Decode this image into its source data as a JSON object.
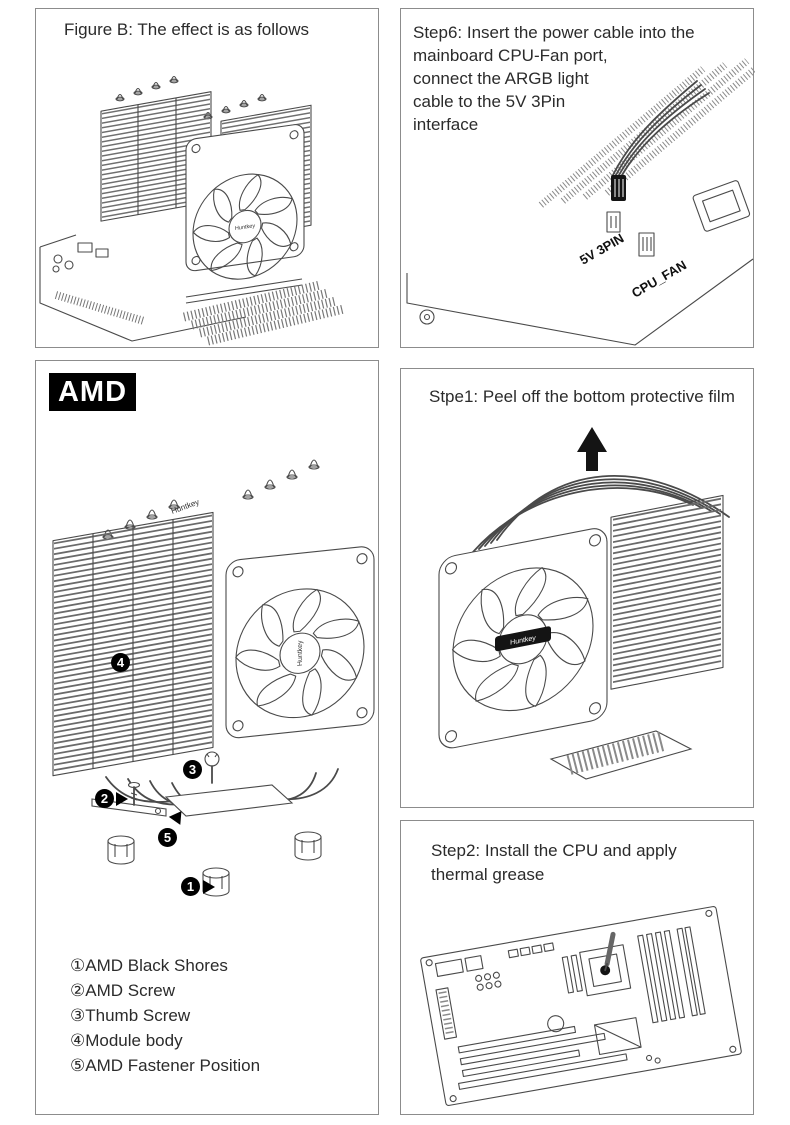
{
  "page": {
    "colors": {
      "panel_border": "#8c8c8c",
      "badge_bg": "#000000",
      "badge_text": "#ffffff",
      "text": "#2b2b2b",
      "line_art": "#4a4a4a"
    }
  },
  "panels": {
    "figure_b": {
      "title": "Figure B: The effect is as follows"
    },
    "step6": {
      "title_lines": [
        "Step6: Insert the power cable into the",
        "mainboard CPU-Fan port,",
        "connect the ARGB light",
        "cable to the 5V 3Pin",
        "interface"
      ],
      "label_5v3pin": "5V 3PIN",
      "label_cpufan": "CPU_FAN"
    },
    "amd": {
      "badge": "AMD",
      "callouts": [
        "1",
        "2",
        "3",
        "4",
        "5"
      ],
      "legend": [
        "①AMD Black Shores",
        "②AMD Screw",
        "③Thumb Screw",
        "④Module body",
        "⑤AMD Fastener Position"
      ]
    },
    "step1": {
      "title": "Stpe1: Peel off the bottom protective film"
    },
    "step2": {
      "title_lines": [
        "Step2: Install the CPU and apply",
        "thermal grease"
      ]
    }
  },
  "illustrations": {
    "fan_brand": "Huntkey"
  }
}
